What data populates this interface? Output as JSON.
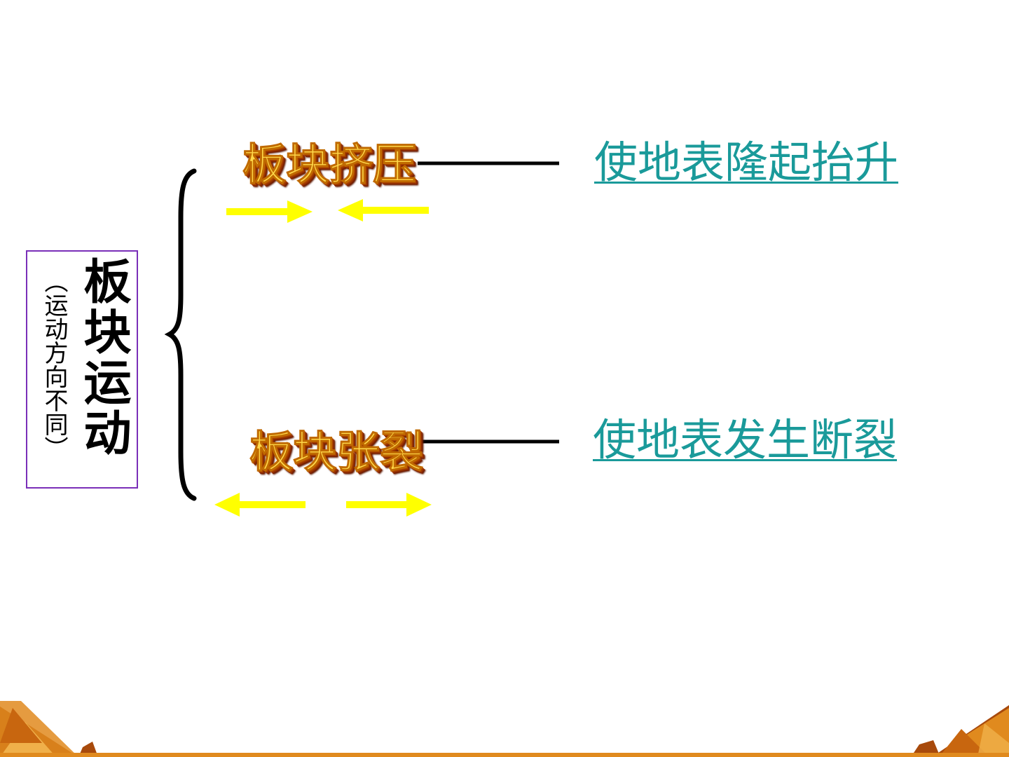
{
  "main_label": "板块运动",
  "sub_label": "（运动方向不同）",
  "branches": [
    {
      "process": "板块挤压",
      "effect": "使地表隆起抬升"
    },
    {
      "process": "板块张裂",
      "effect": "使地表发生断裂"
    }
  ],
  "colors": {
    "box_border": "#7a2fb8",
    "wordart_fill": "#ffd84a",
    "wordart_shadow": "#8e2c00",
    "effect_text": "#1a9a9a",
    "arrow": "#ffff00",
    "decor_orange": "#e08a1e",
    "decor_dark": "#a84a0c"
  }
}
